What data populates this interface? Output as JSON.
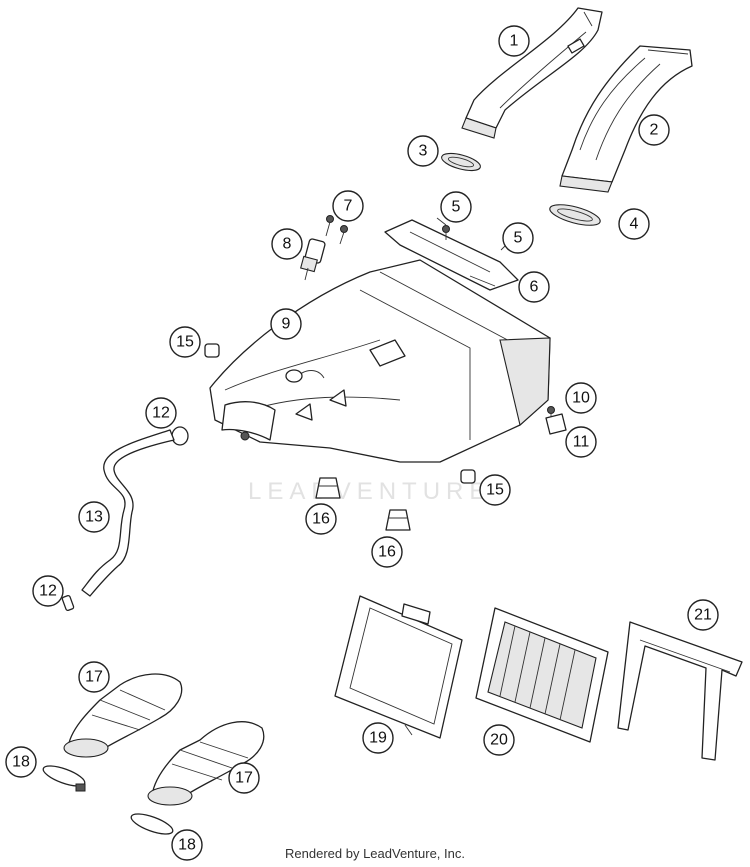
{
  "watermark": "LEADVENTURE",
  "footer": "Rendered by LeadVenture, Inc.",
  "callouts": [
    "1",
    "2",
    "3",
    "4",
    "5",
    "5",
    "6",
    "7",
    "8",
    "9",
    "10",
    "11",
    "12",
    "12",
    "13",
    "15",
    "15",
    "16",
    "16",
    "17",
    "17",
    "18",
    "18",
    "19",
    "20",
    "21"
  ]
}
